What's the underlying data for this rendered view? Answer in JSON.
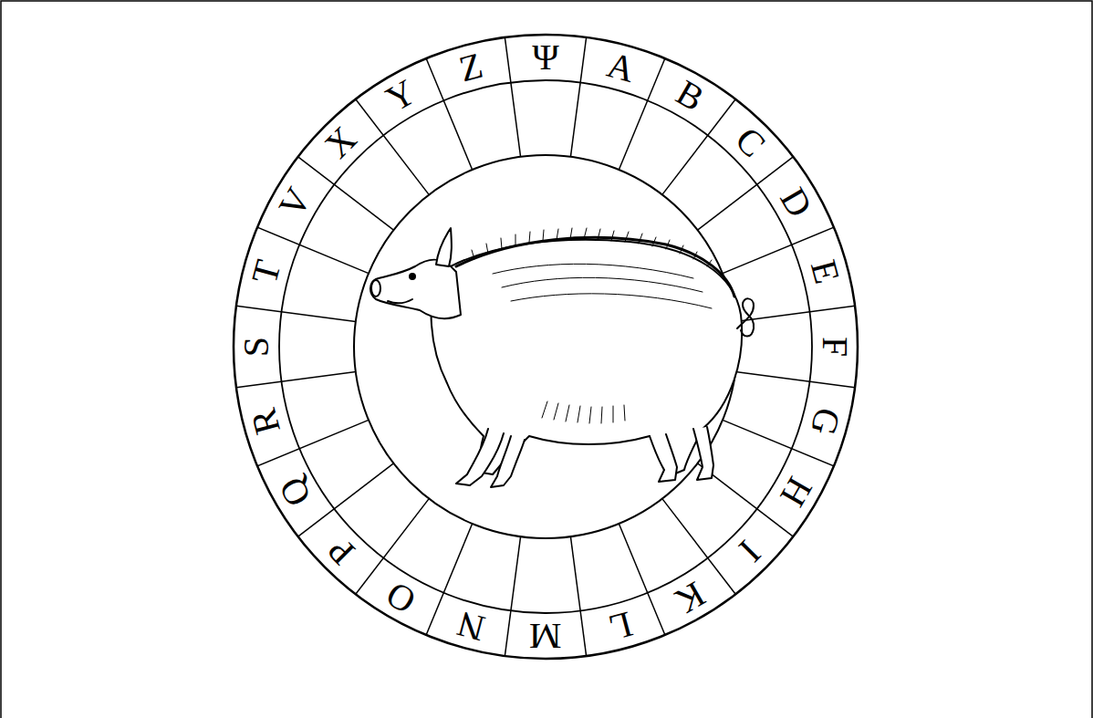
{
  "diagram": {
    "labels": [
      "Ψ",
      "A",
      "B",
      "C",
      "D",
      "E",
      "F",
      "G",
      "H",
      "I",
      "K",
      "L",
      "M",
      "N",
      "O",
      "P",
      "Q",
      "R",
      "S",
      "T",
      "V",
      "X",
      "Y",
      "Z"
    ]
  }
}
